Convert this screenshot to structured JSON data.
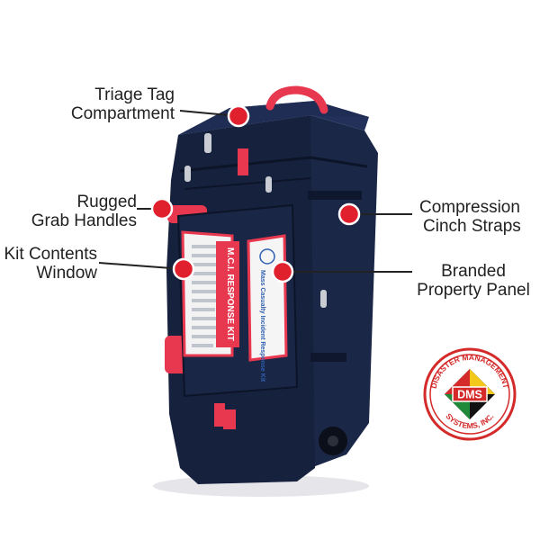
{
  "callouts": [
    {
      "id": "triage",
      "lines": [
        "Triage Tag",
        "Compartment"
      ]
    },
    {
      "id": "grab",
      "lines": [
        "Rugged",
        "Grab Handles"
      ]
    },
    {
      "id": "window",
      "lines": [
        "Kit Contents",
        "Window"
      ]
    },
    {
      "id": "compression",
      "lines": [
        "Compression",
        "Cinch Straps"
      ]
    },
    {
      "id": "branded",
      "lines": [
        "Branded",
        "Property Panel"
      ]
    }
  ],
  "logo": {
    "top_text": "DISASTER MANAGEMENT",
    "center_text": "DMS",
    "bottom_text": "SYSTEMS, INC."
  },
  "bag_labels": {
    "window_card": "M.C.I. RESPONSE KIT",
    "panel_card": "Mass Casualty Incident Response Kit"
  },
  "colors": {
    "bag_navy": "#15213d",
    "accent_red": "#e8384f",
    "dot_red": "#e0202c",
    "logo_red": "#d42a2a",
    "logo_green": "#1f8a3a",
    "logo_yellow": "#f3c81a",
    "logo_black": "#111111"
  }
}
